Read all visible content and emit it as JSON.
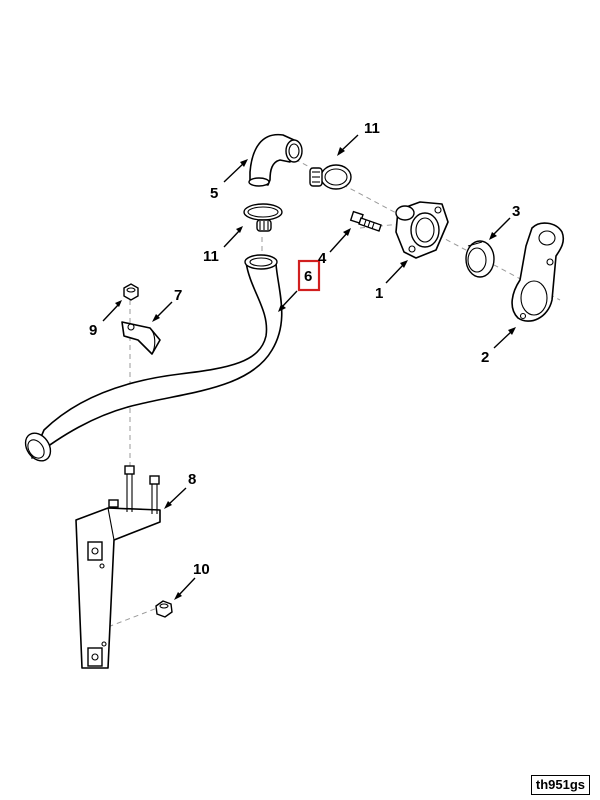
{
  "diagram": {
    "drawing_id": "th951gs",
    "highlight_color": "#d11f1f",
    "callouts": {
      "c1": "1",
      "c2": "2",
      "c3": "3",
      "c4": "4",
      "c5": "5",
      "c6": "6",
      "c7": "7",
      "c8": "8",
      "c9": "9",
      "c10": "10",
      "c11a": "11",
      "c11b": "11"
    },
    "highlighted_callout": "6"
  }
}
